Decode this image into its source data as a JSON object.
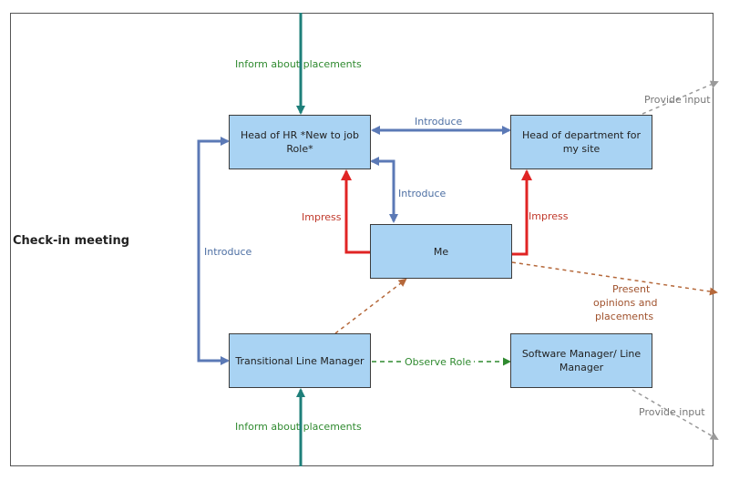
{
  "title": "Check-in meeting",
  "nodes": {
    "head_hr": "Head of HR *New to job Role*",
    "head_dept": "Head of department for my site",
    "me": "Me",
    "tlm": "Transitional Line Manager",
    "software_mgr": "Software Manager/ Line Manager"
  },
  "edge_labels": {
    "inform_top": "Inform about placements",
    "inform_bottom": "Inform about placements",
    "introduce_top": "Introduce",
    "introduce_me": "Introduce",
    "introduce_left": "Introduce",
    "impress_left": "Impress",
    "impress_right": "Impress",
    "observe_role": "Observe Role",
    "present_line1": "Present",
    "present_line2": "opinions and",
    "present_line3": "placements",
    "provide_input_top": "Provide input",
    "provide_input_bottom": "Provide input"
  },
  "colors": {
    "teal": "#1e7f7a",
    "blue": "#5b79b6",
    "red": "#e02424",
    "green": "#2f8a2f",
    "brown": "#b5683a",
    "gray": "#9a9a9a",
    "box_fill": "#a9d3f3"
  }
}
